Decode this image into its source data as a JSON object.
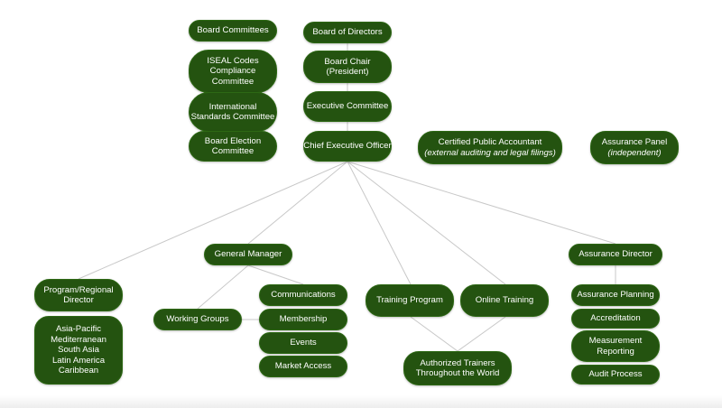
{
  "nodes": {
    "board_committees": [
      "Board Committees"
    ],
    "iseal": [
      "ISEAL Codes",
      "Compliance",
      "Committee"
    ],
    "intl_standards": [
      "International",
      "Standards Committee"
    ],
    "board_election": [
      "Board Election",
      "Committee"
    ],
    "board_directors": [
      "Board of Directors"
    ],
    "board_chair": [
      "Board Chair",
      "(President)"
    ],
    "executive_committee": [
      "Executive Committee"
    ],
    "ceo": [
      "Chief Executive Officer"
    ],
    "cpa": [
      "Certified Public Accountant"
    ],
    "cpa_note": "(external auditing and legal filings)",
    "assurance_panel": [
      "Assurance Panel"
    ],
    "assurance_panel_note": "(independent)",
    "general_manager": [
      "General Manager"
    ],
    "assurance_director": [
      "Assurance Director"
    ],
    "program_director": [
      "Program/Regional",
      "Director"
    ],
    "regions": [
      "Asia-Pacific",
      "Mediterranean",
      "South Asia",
      "Latin America",
      "Caribbean"
    ],
    "working_groups": [
      "Working Groups"
    ],
    "communications": [
      "Communications"
    ],
    "membership": [
      "Membership"
    ],
    "events": [
      "Events"
    ],
    "market_access": [
      "Market Access"
    ],
    "training_program": [
      "Training Program"
    ],
    "online_training": [
      "Online Training"
    ],
    "authorized_trainers": [
      "Authorized Trainers",
      "Throughout the World"
    ],
    "assurance_planning": [
      "Assurance Planning"
    ],
    "accreditation": [
      "Accreditation"
    ],
    "measurement_reporting": [
      "Measurement",
      "Reporting"
    ],
    "audit_process": [
      "Audit Process"
    ]
  },
  "colors": {
    "node_fill": "#245310",
    "connector": "#c8c8c8"
  }
}
